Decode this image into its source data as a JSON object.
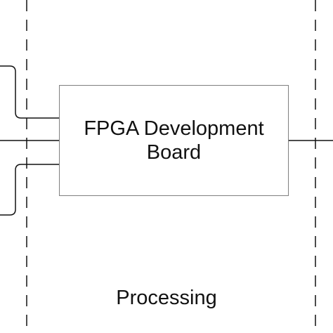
{
  "diagram": {
    "node": {
      "label_line1": "FPGA Development",
      "label_line2": "Board"
    },
    "lane": {
      "label": "Processing"
    },
    "colors": {
      "line": "#111111",
      "box_border": "#7f7f7f",
      "text": "#111111",
      "background": "#ffffff"
    }
  }
}
